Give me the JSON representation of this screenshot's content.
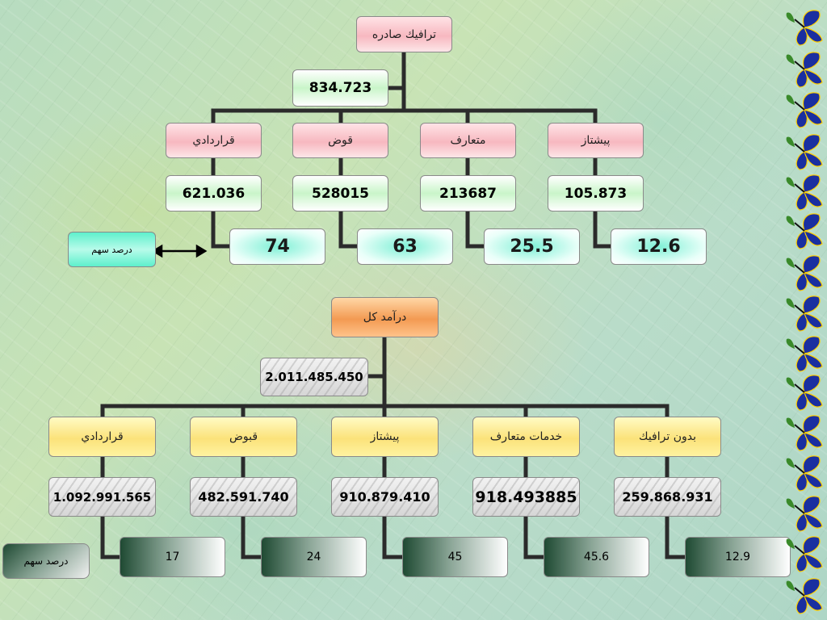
{
  "top_chart": {
    "root": "ترافيك صادره",
    "total": "834.723",
    "categories": [
      {
        "label": "قراردادي",
        "value": "621.036",
        "percent": "74"
      },
      {
        "label": "قوض",
        "value": "528015",
        "percent": "63"
      },
      {
        "label": "متعارف",
        "value": "213687",
        "percent": "25.5"
      },
      {
        "label": "پيشتاز",
        "value": "105.873",
        "percent": "12.6"
      }
    ],
    "percent_label": "درصد سهم"
  },
  "bottom_chart": {
    "root": "درآمد كل",
    "total": "2.011.485.450",
    "categories": [
      {
        "label": "قراردادي",
        "value": "1.092.991.565",
        "percent": "17"
      },
      {
        "label": "قبوض",
        "value": "482.591.740",
        "percent": "24"
      },
      {
        "label": "پيشتاز",
        "value": "910.879.410",
        "percent": "45"
      },
      {
        "label": "خدمات متعارف",
        "value": "918.493885",
        "percent": "45.6"
      },
      {
        "label": "بدون ترافيك",
        "value": "259.868.931",
        "percent": "12.9"
      }
    ],
    "percent_label": "درصد سهم"
  },
  "colors": {
    "connector": "#2b2b2b",
    "butterfly": "#1a2fa0"
  }
}
